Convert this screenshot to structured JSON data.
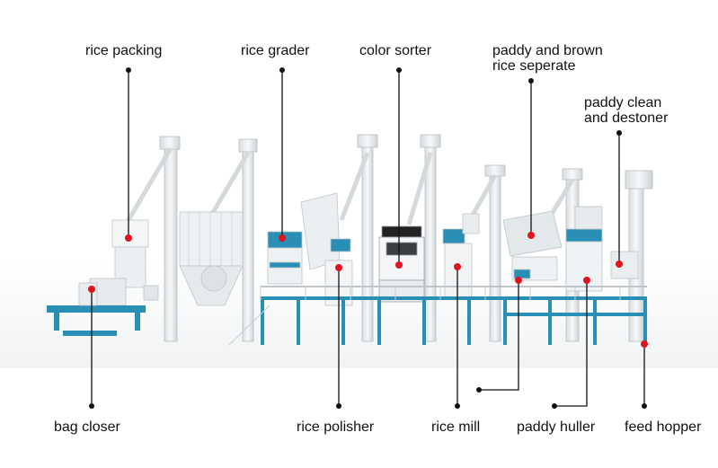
{
  "labels": {
    "rice_packing": "rice packing",
    "rice_grader": "rice grader",
    "color_sorter": "color sorter",
    "paddy_brown_line1": "paddy and brown",
    "paddy_brown_line2": "rice seperate",
    "paddy_clean_line1": "paddy clean",
    "paddy_clean_line2": "and destoner",
    "bag_closer": "bag closer",
    "rice_polisher": "rice polisher",
    "rice_mill": "rice mill",
    "paddy_huller": "paddy huller",
    "feed_hopper": "feed hopper"
  },
  "colors": {
    "accent_teal": "#2a8fb5",
    "frame_light": "#e8ecef",
    "machine_white": "#f4f6f7",
    "dot_red": "#e0141e",
    "leader_black": "#111111"
  }
}
